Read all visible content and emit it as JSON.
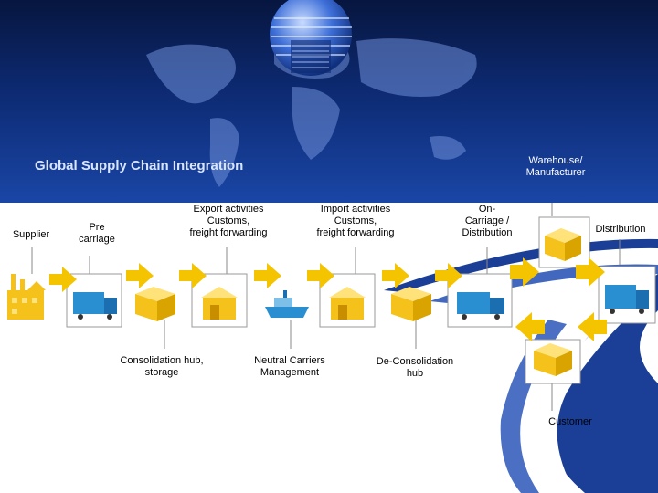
{
  "title": "Global Supply Chain Integration",
  "labels": {
    "warehouse_l1": "Warehouse/",
    "warehouse_l2": "Manufacturer",
    "supplier": "Supplier",
    "pre_carriage_l1": "Pre",
    "pre_carriage_l2": "carriage",
    "export_l1": "Export activities",
    "export_l2": "Customs,",
    "export_l3": "freight forwarding",
    "import_l1": "Import activities",
    "import_l2": "Customs,",
    "import_l3": "freight forwarding",
    "oncarriage_l1": "On-",
    "oncarriage_l2": "Carriage /",
    "oncarriage_l3": "Distribution",
    "distribution": "Distribution",
    "consolidation_l1": "Consolidation hub,",
    "consolidation_l2": "storage",
    "neutral_l1": "Neutral Carriers",
    "neutral_l2": "Management",
    "deconsolidation_l1": "De-Consolidation",
    "deconsolidation_l2": "hub",
    "customer": "Customer"
  },
  "colors": {
    "hero_dark": "#07163f",
    "hero_light": "#1a46a6",
    "swoosh": "#1b3f96",
    "arrow": "#f5c400",
    "container": "#f4c21a",
    "truck": "#2a8fd0",
    "frame": "#9a9a9a"
  },
  "icons": [
    "factory-icon",
    "truck-icon",
    "warehouse-icon",
    "container-icon",
    "ship-icon",
    "arrow-right-icon",
    "arrow-left-icon"
  ]
}
